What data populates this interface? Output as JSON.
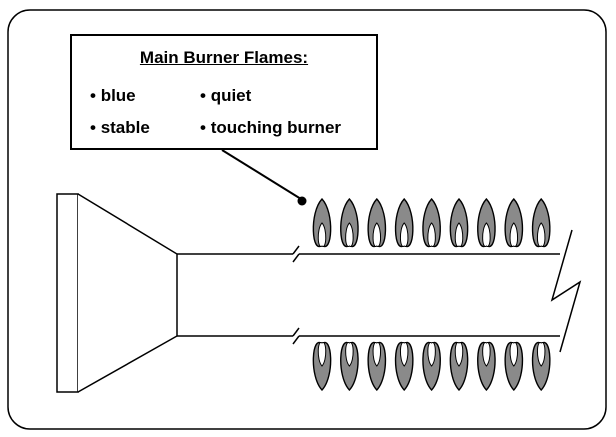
{
  "callout": {
    "title": "Main Burner Flames:",
    "bullets": [
      "blue",
      "quiet",
      "stable",
      "touching burner"
    ],
    "bullet_marker": "•"
  },
  "flames": {
    "top_row_count": 9,
    "bottom_row_count": 9,
    "outer_color": "#8a8a8a",
    "inner_color": "#ffffff"
  },
  "colors": {
    "line": "#000000",
    "background": "#ffffff"
  }
}
